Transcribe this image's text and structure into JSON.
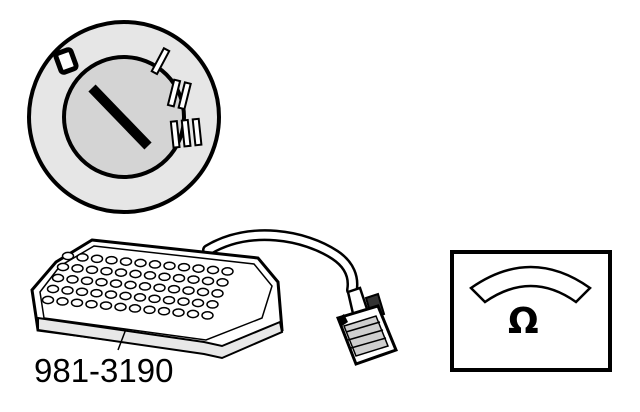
{
  "diagram": {
    "tool_part_number": "981-3190",
    "meter_unit_symbol": "Ω",
    "switch_positions": [
      "0",
      "I",
      "II",
      "III"
    ],
    "keypad": {
      "rows": 5,
      "columns": 12
    }
  },
  "colors": {
    "ink": "#000000",
    "paper": "#ffffff",
    "shade": "#dcdcdc"
  }
}
